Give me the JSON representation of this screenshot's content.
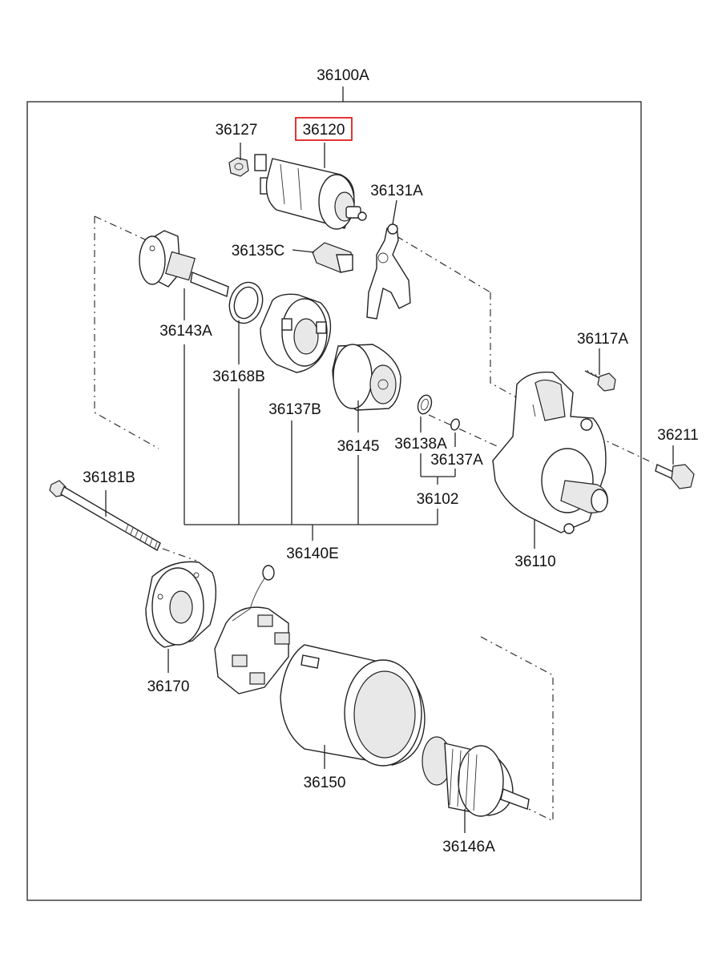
{
  "assembly_label": "36100A",
  "highlight_color": "#e02020",
  "parts": {
    "p36120": "36120",
    "p36127": "36127",
    "p36131A": "36131A",
    "p36135C": "36135C",
    "p36143A": "36143A",
    "p36168B": "36168B",
    "p36137B": "36137B",
    "p36145": "36145",
    "p36138A": "36138A",
    "p36137A": "36137A",
    "p36102": "36102",
    "p36140E": "36140E",
    "p36117A": "36117A",
    "p36211": "36211",
    "p36110": "36110",
    "p36181B": "36181B",
    "p36170": "36170",
    "p36150": "36150",
    "p36146A": "36146A"
  }
}
